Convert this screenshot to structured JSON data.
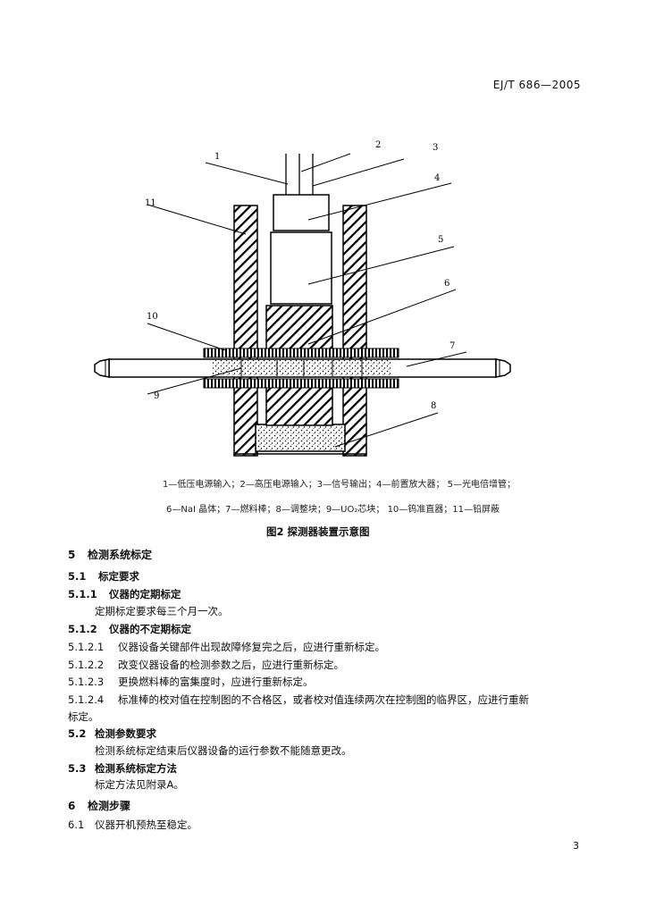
{
  "header": {
    "standard_no": "EJ/T 686—2005"
  },
  "figure": {
    "callouts": [
      "1",
      "2",
      "3",
      "4",
      "5",
      "6",
      "7",
      "8",
      "9",
      "10",
      "11"
    ],
    "legend_line1": "1—低压电源输入；2—高压电源输入；3—信号输出；4—前置放大器；  5—光电倍增管；",
    "legend_line2": "6—NaI 晶体；7—燃料棒；8—调整块；9—UO₂芯块；  10—钨准直器；11—铅屏蔽",
    "caption": "图2   探测器装置示意图"
  },
  "sections": [
    {
      "num": "5",
      "text": "检测系统标定"
    },
    {
      "num": "5.1",
      "text": "标定要求"
    },
    {
      "num": "5.1.1",
      "text": "仪器的定期标定"
    },
    {
      "num": "",
      "text": "定期标定要求每三个月一次。"
    },
    {
      "num": "5.1.2",
      "text": "仪器的不定期标定"
    },
    {
      "num": "5.1.2.1",
      "text": "仪器设备关键部件出现故障修复完之后，应进行重新标定。"
    },
    {
      "num": "5.1.2.2",
      "text": "改变仪器设备的检测参数之后，应进行重新标定。"
    },
    {
      "num": "5.1.2.3",
      "text": "更换燃料棒的富集度时，应进行重新标定。"
    },
    {
      "num": "5.1.2.4",
      "text": "标准棒的校对值在控制图的不合格区，或者校对值连续两次在控制图的临界区，应进行重新"
    },
    {
      "num": "",
      "text": "标定。"
    },
    {
      "num": "5.2",
      "text": "检测参数要求"
    },
    {
      "num": "",
      "text": "检测系统标定结束后仪器设备的运行参数不能随意更改。"
    },
    {
      "num": "5.3",
      "text": "检测系统标定方法"
    },
    {
      "num": "",
      "text": "标定方法见附录A。"
    },
    {
      "num": "6",
      "text": "检测步骤"
    },
    {
      "num": "6.1",
      "text": "仪器开机预热至稳定。"
    }
  ],
  "footer": {
    "page_number": "3"
  }
}
